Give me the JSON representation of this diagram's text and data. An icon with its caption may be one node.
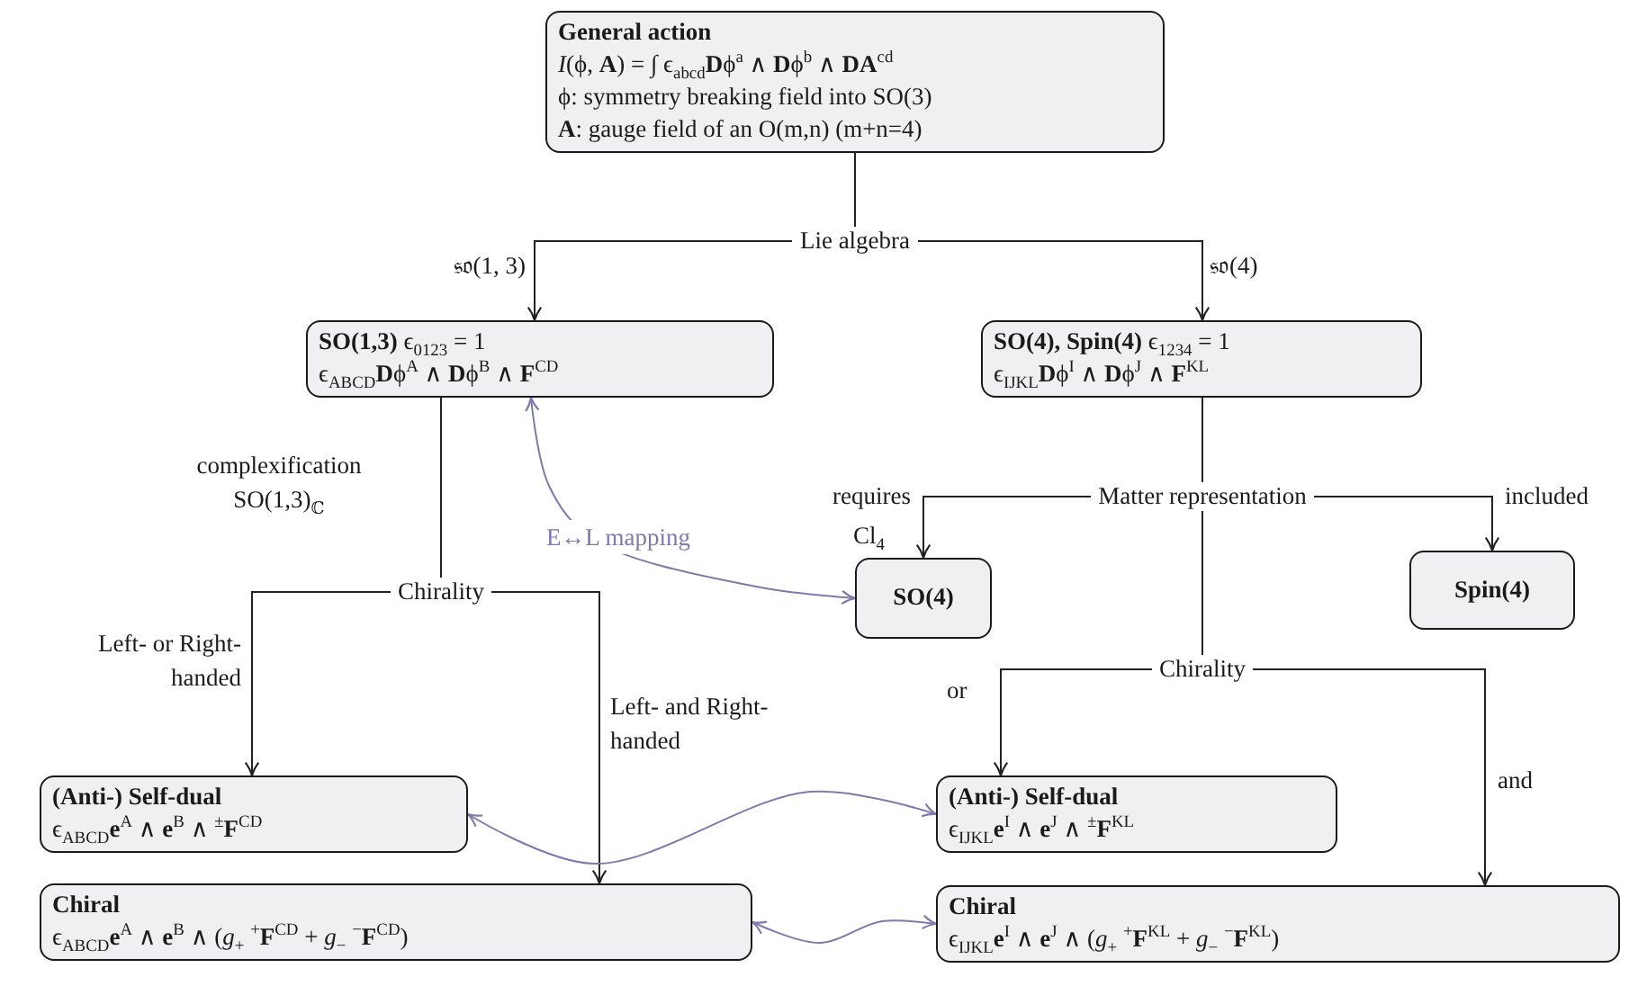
{
  "diagram": {
    "nodes": [
      {
        "text": [
          "General action",
          "*I*(ϕ, **A**) = ∫ ϵ$_{abcd}$**D**ϕ$^{a}$ ∧ **D**ϕ$^{b}$ ∧ **DA**$^{cd}$",
          "ϕ: symmetry breaking field into SO(3)",
          "**A**: gauge field of an O(m,n) (m+n=4)"
        ]
      },
      {
        "text": [
          "Lie algebra"
        ]
      },
      {
        "text": [
          "**SO(1,3)** ϵ$_{0123}$ = 1",
          "ϵ$_{ABCD}$**D**ϕ$^{A}$ ∧ **D**ϕ$^{B}$ ∧ **F**$^{CD}$"
        ]
      },
      {
        "text": [
          "**SO(4), Spin(4)** ϵ$_{1234}$ = 1",
          "ϵ$_{IJKL}$**D**ϕ$^{I}$ ∧ **D**ϕ$^{J}$ ∧ **F**$^{KL}$"
        ]
      },
      {
        "text": [
          "Matter representation"
        ]
      },
      {
        "text": [
          "SO(4)"
        ]
      },
      {
        "text": [
          "Spin(4)"
        ]
      },
      {
        "text": [
          "Chirality"
        ]
      },
      {
        "text": [
          "Chirality"
        ]
      },
      {
        "text": [
          "(Anti-) Self-dual",
          "ϵ$_{ABCD}$**e**$^{A}$ ∧ **e**$^{B}$ ∧ $^{±}$**F**$^{CD}$"
        ]
      },
      {
        "text": [
          "Chiral",
          "ϵ$_{ABCD}$**e**$^{A}$ ∧ **e**$^{B}$ ∧ (*g*$_{+}$ $^{+}$**F**$^{CD}$ + *g*$_{−}$ $^{−}$**F**$^{CD}$)"
        ]
      },
      {
        "text": [
          "(Anti-) Self-dual",
          "ϵ$_{IJKL}$**e**$^{I}$ ∧ **e**$^{J}$ ∧ $^{±}$**F**$^{KL}$"
        ]
      },
      {
        "text": [
          "Chiral",
          "ϵ$_{IJKL}$**e**$^{I}$ ∧ **e**$^{J}$ ∧ (*g*$_{+}$ $^{+}$**F**$^{KL}$ + *g*$_{−}$ $^{−}$**F**$^{KL}$)"
        ]
      }
    ],
    "edges": [
      {
        "from": 0,
        "to": 1,
        "arrow": "none"
      },
      {
        "from": 1,
        "to": 2,
        "arrow": "to",
        "label": "𝔰𝔬(1, 3)"
      },
      {
        "from": 1,
        "to": 3,
        "arrow": "to",
        "label": "𝔰𝔬(4)"
      },
      {
        "from": 2,
        "to": 7,
        "arrow": "none",
        "label": "complexification SO(1,3)$_{ℂ}$"
      },
      {
        "from": 3,
        "to": 4,
        "arrow": "none"
      },
      {
        "from": 4,
        "to": 5,
        "arrow": "to",
        "label": "requires"
      },
      {
        "from": 4,
        "to": 6,
        "arrow": "to",
        "label": "included"
      },
      {
        "from": 4,
        "to": 8,
        "arrow": "none"
      },
      {
        "from": 7,
        "to": 9,
        "arrow": "to",
        "label": "Left- or Right-handed"
      },
      {
        "from": 7,
        "to": 10,
        "arrow": "to",
        "label": "Left- and Right-handed"
      },
      {
        "from": 8,
        "to": 11,
        "arrow": "to",
        "label": "or"
      },
      {
        "from": 8,
        "to": 12,
        "arrow": "to",
        "label": "and"
      },
      {
        "from": 2,
        "to": 5,
        "arrow": "both",
        "label": "E↔L mapping",
        "color": "#7d7aae"
      },
      {
        "from": 9,
        "to": 11,
        "arrow": "both",
        "color": "#7d7aae"
      },
      {
        "from": 10,
        "to": 12,
        "arrow": "both",
        "color": "#7d7aae"
      }
    ],
    "labels": [
      "Cl$_{4}$"
    ]
  }
}
